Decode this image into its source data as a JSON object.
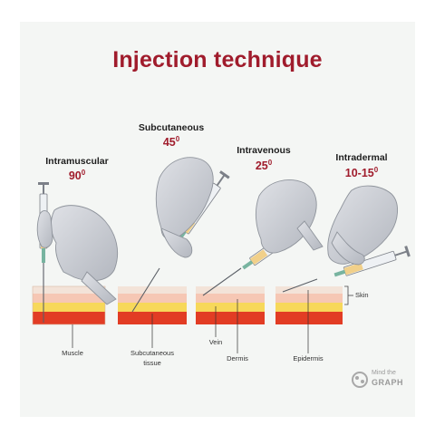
{
  "title": "Injection technique",
  "methods": [
    {
      "name": "Intramuscular",
      "angle": "90",
      "degree_mark": "0"
    },
    {
      "name": "Subcutaneous",
      "angle": "45",
      "degree_mark": "0"
    },
    {
      "name": "Intravenous",
      "angle": "25",
      "degree_mark": "0"
    },
    {
      "name": "Intradermal",
      "angle": "10-15",
      "degree_mark": "0"
    }
  ],
  "layers": {
    "muscle": "Muscle",
    "subcutaneous_line1": "Subcutaneous",
    "subcutaneous_line2": "tissue",
    "vein": "Vein",
    "dermis": "Dermis",
    "epidermis": "Epidermis",
    "skin": "Skin"
  },
  "logo": {
    "line1": "Mind the",
    "line2": "GRAPH"
  },
  "colors": {
    "title": "#a01c2c",
    "glove": "#c9ccd2",
    "epidermis": "#f3e3d8",
    "dermis": "#f6c7b4",
    "fat": "#f7d85a",
    "muscle": "#e23c24"
  }
}
